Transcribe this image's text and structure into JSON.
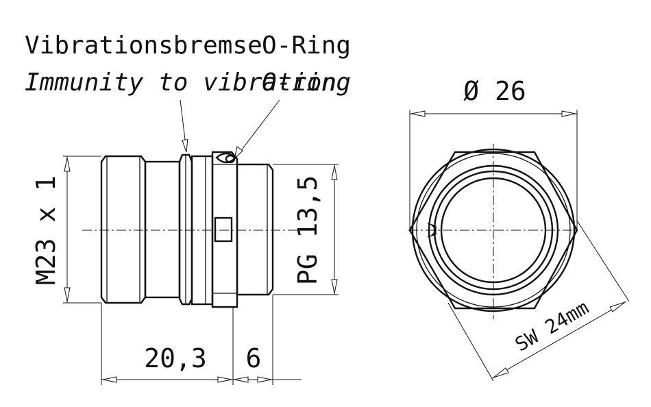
{
  "labels": {
    "brake_de": "Vibrationsbremse",
    "brake_en": "Immunity to vibration",
    "oring_de": "O-Ring",
    "oring_en": "O-ring"
  },
  "dimensions": {
    "thread_m": "M23 x 1",
    "thread_pg": "PG 13,5",
    "length_body": "20,3",
    "length_end": "6",
    "diameter": "Ø 26",
    "wrench_size": "SW 24mm"
  }
}
